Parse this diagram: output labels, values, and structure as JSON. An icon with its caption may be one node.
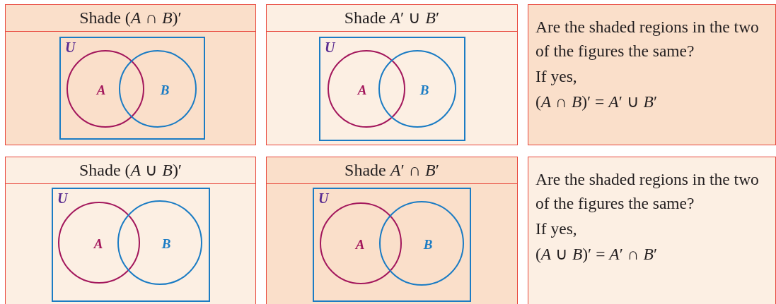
{
  "diagram": {
    "nodes": [
      {
        "text": [
          "Shade (*A* ∩ *B*)′"
        ]
      },
      {
        "text": [
          "U"
        ],
        "in": 0
      },
      {
        "text": [
          "A"
        ],
        "in": 1
      },
      {
        "text": [
          "B"
        ],
        "in": 1
      },
      {
        "text": [
          "Shade *A*′ ∪ *B*′"
        ]
      },
      {
        "text": [
          "U"
        ],
        "in": 4
      },
      {
        "text": [
          "A"
        ],
        "in": 5
      },
      {
        "text": [
          "B"
        ],
        "in": 5
      },
      {
        "text": [
          "Are the shaded regions in the two of the figures the same?",
          "If yes,",
          "(*A* ∩ *B*)′ = *A*′ ∪ *B*′"
        ]
      },
      {
        "text": [
          "Shade (*A* ∪ *B*)′"
        ]
      },
      {
        "text": [
          "U"
        ],
        "in": 9
      },
      {
        "text": [
          "A"
        ],
        "in": 10
      },
      {
        "text": [
          "B"
        ],
        "in": 10
      },
      {
        "text": [
          "Shade *A*′ ∩ *B*′"
        ]
      },
      {
        "text": [
          "U"
        ],
        "in": 13
      },
      {
        "text": [
          "A"
        ],
        "in": 14
      },
      {
        "text": [
          "B"
        ],
        "in": 14
      },
      {
        "text": [
          "Are the shaded regions in the two of the figures the same?",
          "If yes,",
          "(*A* ∪ *B*)′ = *A*′ ∩ *B*′"
        ]
      }
    ]
  }
}
